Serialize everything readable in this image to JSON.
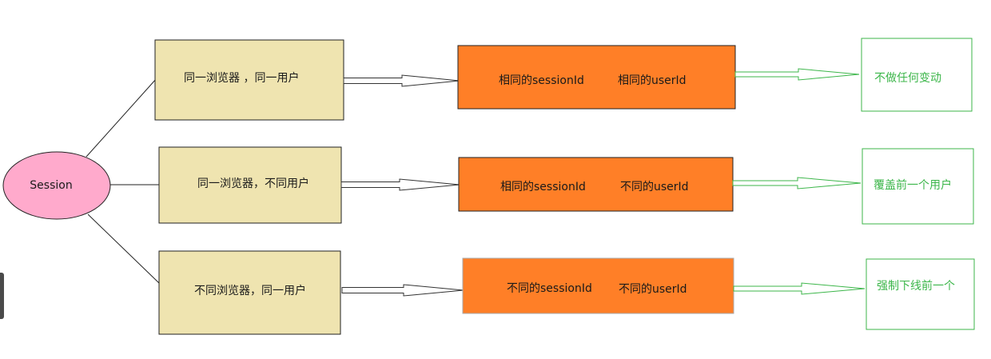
{
  "session": {
    "label": "Session",
    "fill": "#ffaacc",
    "stroke": "#222222"
  },
  "colors": {
    "condition_fill": "#efe4b0",
    "state_fill": "#ff7f27",
    "result_stroke": "#3cb64a",
    "arrow_stroke": "#333333",
    "result_arrow_stroke": "#3cb64a"
  },
  "rows": [
    {
      "condition": "同一浏览器 ，同一用户",
      "session_state": "相同的sessionId",
      "user_state": "相同的userId",
      "result": "不做任何变动"
    },
    {
      "condition": "同一浏览器，不同用户",
      "session_state": "相同的sessionId",
      "user_state": "不同的userId",
      "result": "覆盖前一个用户"
    },
    {
      "condition": "不同浏览器，同一用户",
      "session_state": "不同的sessionId",
      "user_state": "不同的userId",
      "result": "强制下线前一个"
    }
  ]
}
